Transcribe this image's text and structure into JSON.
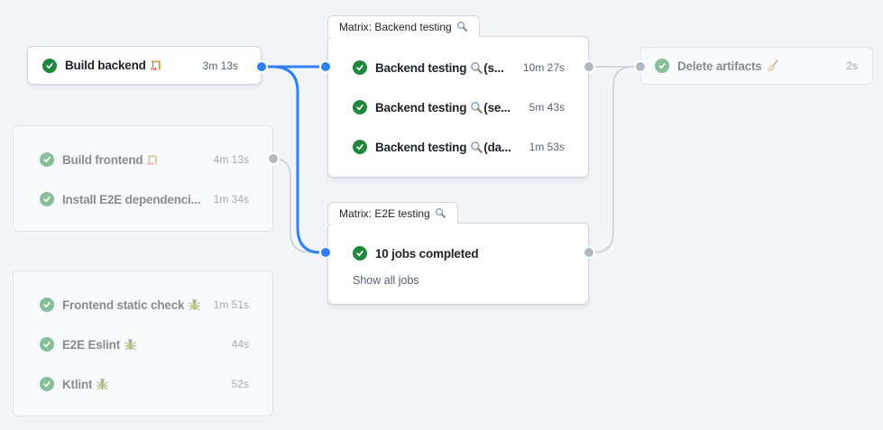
{
  "colors": {
    "background": "#f3f5f8",
    "card_background": "#ffffff",
    "card_border": "#d0d7de",
    "success_green": "#1f883d",
    "accent_blue": "#2f81f7",
    "connector_gray": "#d0d7de",
    "dot_gray": "#b1bac4",
    "text_primary": "#1f2328",
    "text_secondary": "#59636e"
  },
  "nodes": {
    "build_backend": {
      "name": "Build backend",
      "emoji": "🏗️",
      "icon": "crane",
      "duration": "3m 13s",
      "status": "success",
      "highlighted": true
    },
    "build_group": {
      "dimmed": true,
      "jobs": [
        {
          "name": "Build frontend",
          "emoji": "🏗️",
          "icon": "crane",
          "duration": "4m 13s",
          "status": "success"
        },
        {
          "name": "Install E2E dependenci...",
          "duration": "1m 34s",
          "status": "success"
        }
      ]
    },
    "lint_group": {
      "dimmed": true,
      "jobs": [
        {
          "name": "Frontend static check",
          "emoji": "🪲",
          "icon": "beetle",
          "duration": "1m 51s",
          "status": "success"
        },
        {
          "name": "E2E Eslint",
          "emoji": "🪲",
          "icon": "beetle",
          "duration": "44s",
          "status": "success"
        },
        {
          "name": "Ktlint",
          "emoji": "🪲",
          "icon": "beetle",
          "duration": "52s",
          "status": "success"
        }
      ]
    },
    "matrix_backend": {
      "tab_label": "Matrix: Backend testing",
      "tab_emoji": "🔎",
      "jobs": [
        {
          "name": "Backend testing",
          "emoji": "🔎",
          "icon": "magnifier",
          "suffix": "(s...",
          "duration": "10m 27s",
          "status": "success"
        },
        {
          "name": "Backend testing",
          "emoji": "🔎",
          "icon": "magnifier",
          "suffix": "(se...",
          "duration": "5m 43s",
          "status": "success"
        },
        {
          "name": "Backend testing",
          "emoji": "🔎",
          "icon": "magnifier",
          "suffix": "(da...",
          "duration": "1m 53s",
          "status": "success"
        }
      ]
    },
    "matrix_e2e": {
      "tab_label": "Matrix: E2E testing",
      "tab_emoji": "🔎",
      "summary": "10 jobs completed",
      "status": "success",
      "show_all_label": "Show all jobs"
    },
    "delete_artifacts": {
      "dimmed": true,
      "name": "Delete artifacts",
      "emoji": "🧹",
      "icon": "broom",
      "duration": "2s",
      "status": "success"
    }
  },
  "connections": [
    {
      "from": "build_backend",
      "to": "matrix_backend",
      "highlighted": true
    },
    {
      "from": "build_backend",
      "to": "matrix_e2e",
      "highlighted": true
    },
    {
      "from": "build_group",
      "to": "matrix_e2e",
      "highlighted": false
    },
    {
      "from": "matrix_backend",
      "to": "delete_artifacts",
      "highlighted": false
    },
    {
      "from": "matrix_e2e",
      "to": "delete_artifacts",
      "highlighted": false
    }
  ]
}
